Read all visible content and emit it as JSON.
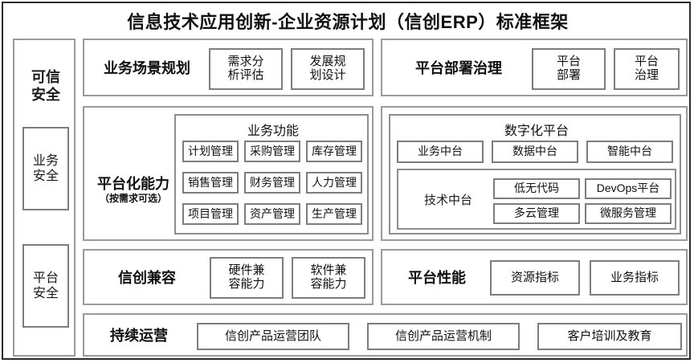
{
  "title": "信息技术应用创新-企业资源计划（信创ERP）标准框架",
  "sidebar": {
    "heading": "可信\n安全",
    "items": [
      {
        "label": "业务\n安全"
      },
      {
        "label": "平台\n安全"
      }
    ]
  },
  "rows": {
    "business_scenario": {
      "label": "业务场景规划",
      "chips": [
        {
          "label": "需求分\n析评估"
        },
        {
          "label": "发展规\n划设计"
        }
      ]
    },
    "platform_deploy": {
      "label": "平台部署治理",
      "chips": [
        {
          "label": "平台\n部署"
        },
        {
          "label": "平台\n治理"
        }
      ]
    },
    "platform_capability": {
      "label": "平台化能力",
      "note": "（按需求可选）",
      "business_function": {
        "title": "业务功能",
        "chips": [
          {
            "label": "计划管理"
          },
          {
            "label": "采购管理"
          },
          {
            "label": "库存管理"
          },
          {
            "label": "销售管理"
          },
          {
            "label": "财务管理"
          },
          {
            "label": "人力管理"
          },
          {
            "label": "项目管理"
          },
          {
            "label": "资产管理"
          },
          {
            "label": "生产管理"
          }
        ]
      }
    },
    "digital_platform": {
      "title": "数字化平台",
      "middle_platforms": [
        {
          "label": "业务中台"
        },
        {
          "label": "数据中台"
        },
        {
          "label": "智能中台"
        }
      ],
      "tech_platform": {
        "label": "技术中台",
        "chips": [
          {
            "label": "低无代码"
          },
          {
            "label": "DevOps平台"
          },
          {
            "label": "多云管理"
          },
          {
            "label": "微服务管理"
          }
        ]
      }
    },
    "xinchuang_compat": {
      "label": "信创兼容",
      "chips": [
        {
          "label": "硬件兼\n容能力"
        },
        {
          "label": "软件兼\n容能力"
        }
      ]
    },
    "platform_performance": {
      "label": "平台性能",
      "chips": [
        {
          "label": "资源指标"
        },
        {
          "label": "业务指标"
        }
      ]
    },
    "continuous_operation": {
      "label": "持续运营",
      "chips": [
        {
          "label": "信创产品运营团队"
        },
        {
          "label": "信创产品运营机制"
        },
        {
          "label": "客户培训及教育"
        }
      ]
    }
  },
  "colors": {
    "frame": "#2b2b2b",
    "panel_border": "#9a9a9a",
    "chip_border": "#7d7d7d",
    "text": "#111111",
    "background": "#ffffff"
  }
}
